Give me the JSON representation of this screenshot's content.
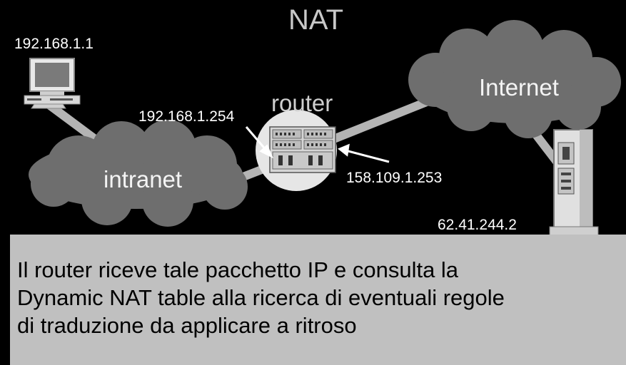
{
  "title": "NAT",
  "nodes": {
    "pc_ip": "192.168.1.1",
    "router_label": "router",
    "router_internal_ip": "192.168.1.254",
    "router_external_ip": "158.109.1.253",
    "internet_label": "Internet",
    "intranet_label": "intranet",
    "server_ip": "62.41.244.2"
  },
  "caption": "Il router riceve tale pacchetto IP e consulta la\nDynamic NAT table alla ricerca di eventuali regole\ndi traduzione da applicare a ritroso",
  "colors": {
    "background": "#000000",
    "cloud": "#6e6e6e",
    "link": "#b4b4b4",
    "router_disc": "#e6e6e6",
    "caption_box": "#c0c0c0"
  }
}
